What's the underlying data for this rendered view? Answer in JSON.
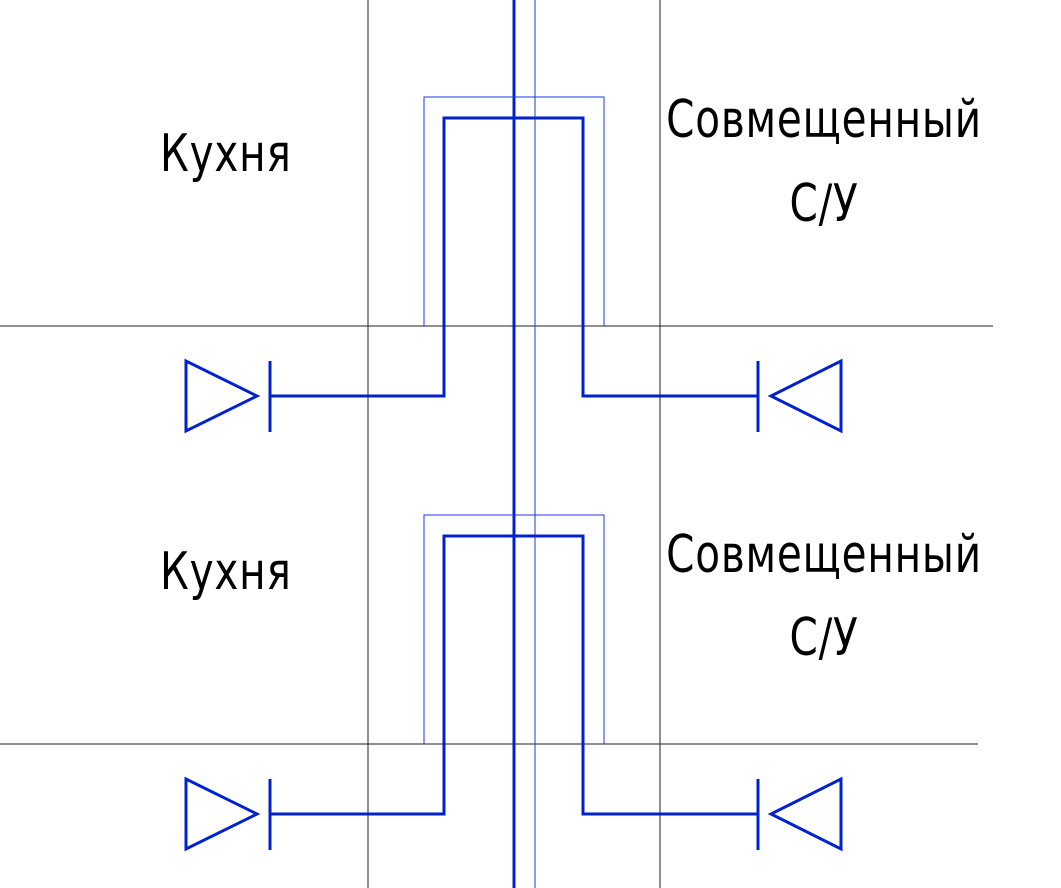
{
  "colors": {
    "background": "#ffffff",
    "grid_line": "#222222",
    "pipe": "#0022cc",
    "pipe_thin": "#2233ee",
    "text": "#000000"
  },
  "floors": [
    {
      "left_room": "Кухня",
      "right_room_line1": "Совмещенный",
      "right_room_line2": "С/У"
    },
    {
      "left_room": "Кухня",
      "right_room_line1": "Совмещенный",
      "right_room_line2": "С/У"
    }
  ]
}
